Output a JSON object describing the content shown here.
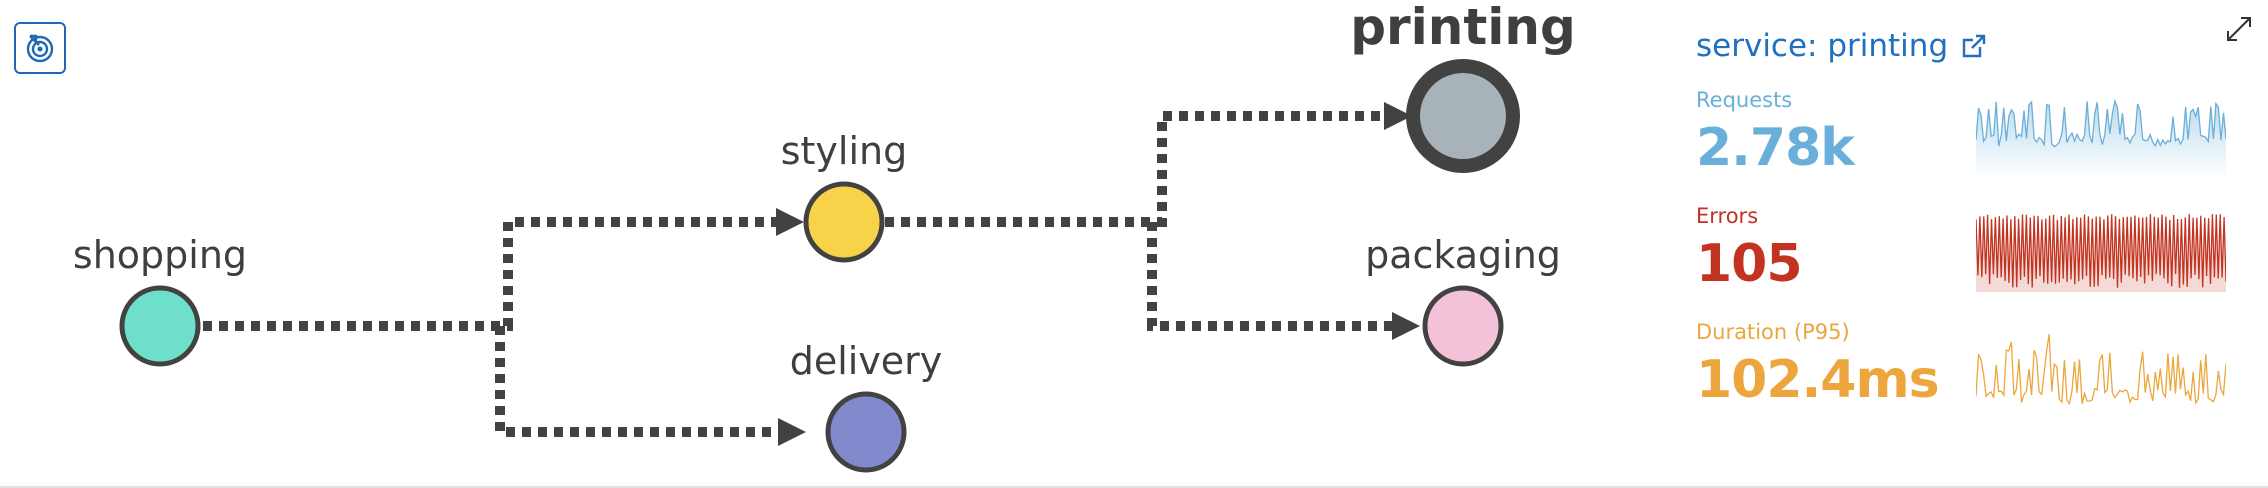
{
  "graph": {
    "nodes": [
      {
        "id": "shopping",
        "label": "shopping",
        "color": "#6ddfcb",
        "selected": false
      },
      {
        "id": "styling",
        "label": "styling",
        "color": "#f8d34a",
        "selected": false
      },
      {
        "id": "delivery",
        "label": "delivery",
        "color": "#8289cc",
        "selected": false
      },
      {
        "id": "printing",
        "label": "printing",
        "color": "#a8b2b9",
        "selected": true
      },
      {
        "id": "packaging",
        "label": "packaging",
        "color": "#f3c2d9",
        "selected": false
      }
    ],
    "edges": [
      {
        "from": "shopping",
        "to": "styling"
      },
      {
        "from": "shopping",
        "to": "delivery"
      },
      {
        "from": "styling",
        "to": "printing"
      },
      {
        "from": "styling",
        "to": "packaging"
      }
    ],
    "recenter_icon": "recenter-target-icon",
    "expand_icon": "expand-arrows-icon"
  },
  "panel": {
    "service_title": "service: printing",
    "external_link_icon": "external-link-icon",
    "metrics": {
      "requests": {
        "label": "Requests",
        "value": "2.78k",
        "color": "#6aafd9"
      },
      "errors": {
        "label": "Errors",
        "value": "105",
        "color": "#c23320"
      },
      "duration": {
        "label": "Duration (P95)",
        "value": "102.4ms",
        "color": "#eca63d"
      }
    }
  }
}
